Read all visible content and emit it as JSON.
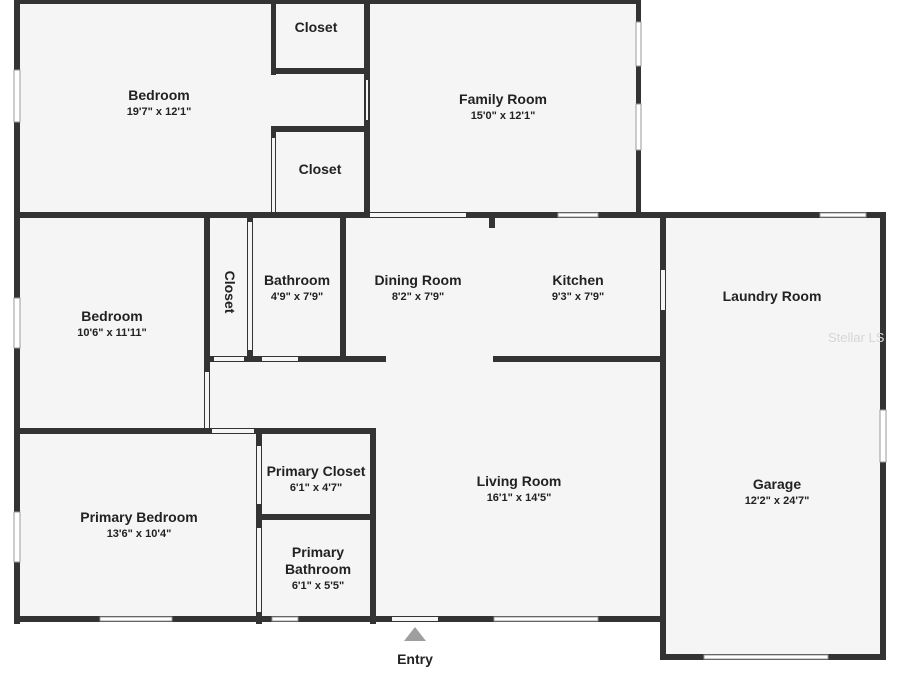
{
  "floorplan": {
    "rooms": {
      "bedroom_top": {
        "name": "Bedroom",
        "dims": "19'7\" x 12'1\""
      },
      "closet_top": {
        "name": "Closet"
      },
      "closet_mid": {
        "name": "Closet"
      },
      "family_room": {
        "name": "Family Room",
        "dims": "15'0\" x 12'1\""
      },
      "bedroom_mid": {
        "name": "Bedroom",
        "dims": "10'6\" x 11'11\""
      },
      "closet_vertical": {
        "name": "Closet"
      },
      "bathroom": {
        "name": "Bathroom",
        "dims": "4'9\" x 7'9\""
      },
      "dining_room": {
        "name": "Dining Room",
        "dims": "8'2\" x 7'9\""
      },
      "kitchen": {
        "name": "Kitchen",
        "dims": "9'3\" x 7'9\""
      },
      "laundry_room": {
        "name": "Laundry Room"
      },
      "living_room": {
        "name": "Living Room",
        "dims": "16'1\" x 14'5\""
      },
      "garage": {
        "name": "Garage",
        "dims": "12'2\" x 24'7\""
      },
      "primary_bedroom": {
        "name": "Primary Bedroom",
        "dims": "13'6\" x 10'4\""
      },
      "primary_closet": {
        "name": "Primary Closet",
        "dims": "6'1\" x 4'7\""
      },
      "primary_bathroom": {
        "name_line1": "Primary",
        "name_line2": "Bathroom",
        "dims": "6'1\" x 5'5\""
      }
    },
    "entry_label": "Entry",
    "watermark": "Stellar LS",
    "colors": {
      "wall": "#333333",
      "floor": "#f5f5f5",
      "window": "#ffffff",
      "entry_marker": "#9e9e9e"
    }
  }
}
